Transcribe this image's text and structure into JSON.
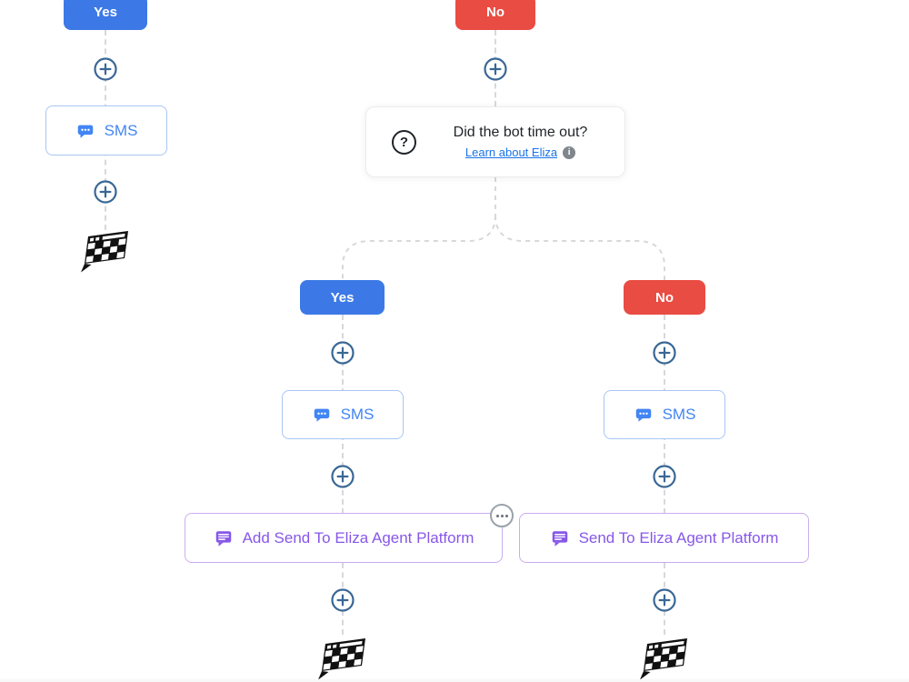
{
  "colors": {
    "yes_blue": "#3c79e6",
    "no_red": "#e94c43",
    "sms_blue": "#4285f4",
    "action_purple": "#8757e8",
    "plus_icon_blue": "#3a6795",
    "connector_gray": "#d6d8db",
    "link_blue": "#1a73e8",
    "question_text": "#1f2328"
  },
  "flow": {
    "left_branch": {
      "label": "Yes",
      "sms_label": "SMS"
    },
    "top_branch_no": {
      "label": "No"
    },
    "question": {
      "title": "Did the bot time out?",
      "link_label": "Learn about Eliza"
    },
    "yes_path": {
      "label": "Yes",
      "sms_label": "SMS",
      "action_label": "Add Send To Eliza Agent Platform"
    },
    "no_path": {
      "label": "No",
      "sms_label": "SMS",
      "action_label": "Send To Eliza Agent Platform"
    }
  }
}
